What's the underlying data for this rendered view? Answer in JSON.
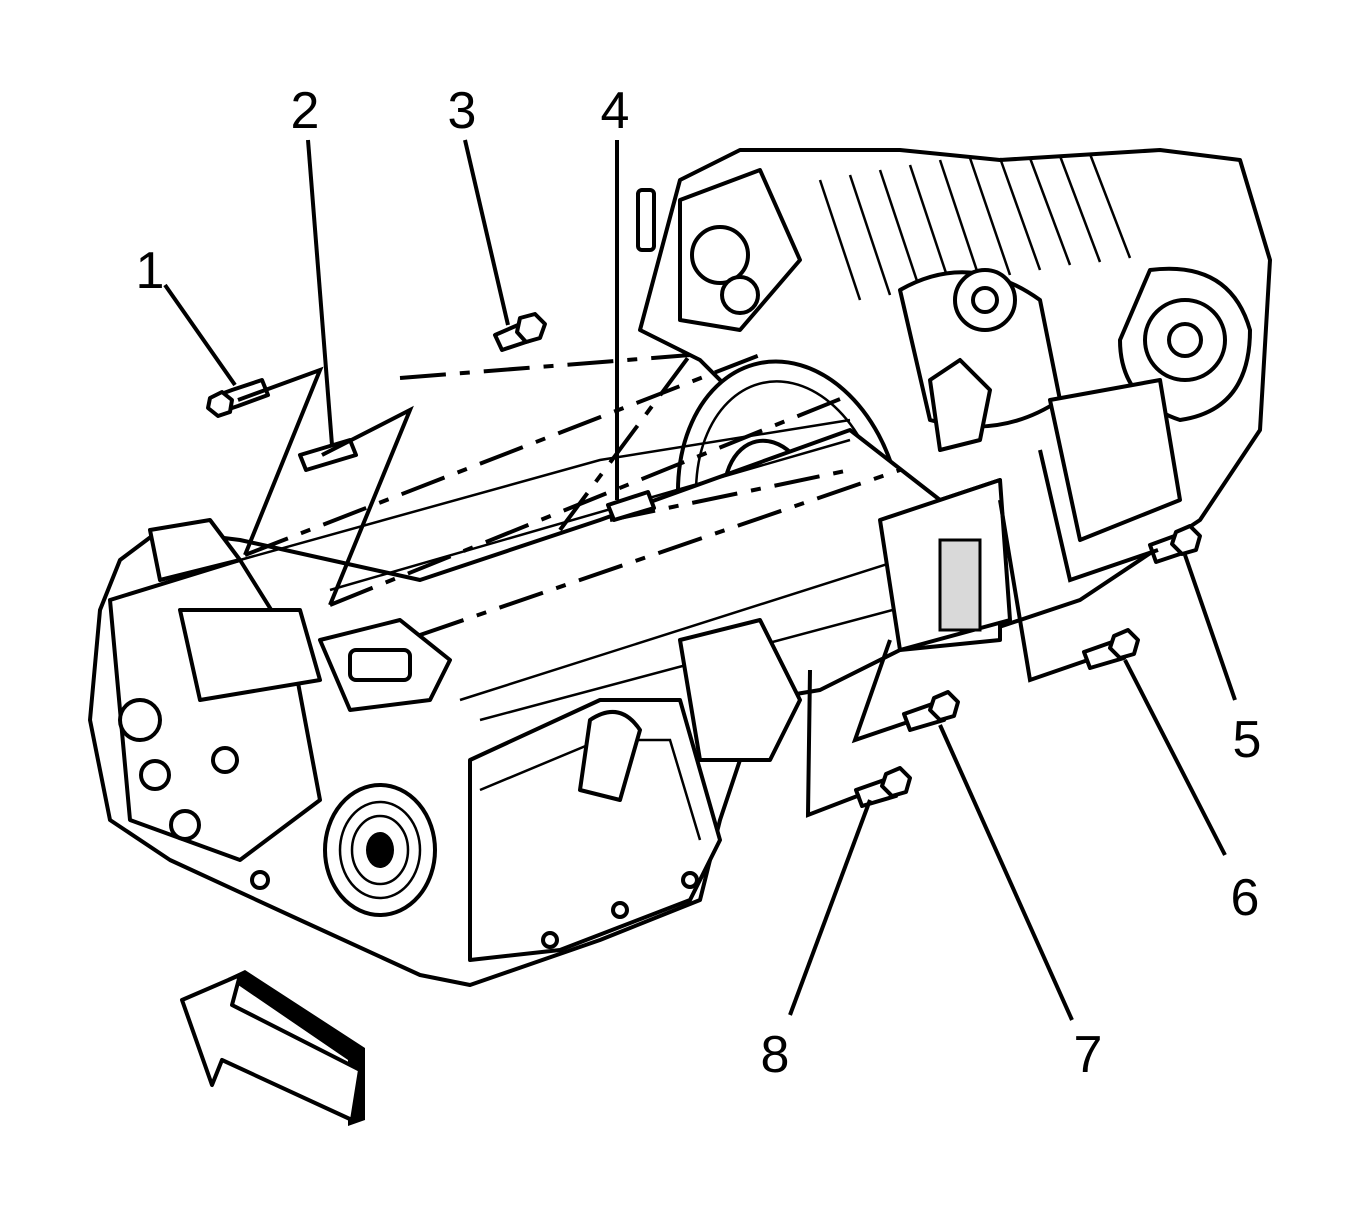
{
  "callouts": [
    {
      "id": 1,
      "label": "1"
    },
    {
      "id": 2,
      "label": "2"
    },
    {
      "id": 3,
      "label": "3"
    },
    {
      "id": 4,
      "label": "4"
    },
    {
      "id": 5,
      "label": "5"
    },
    {
      "id": 6,
      "label": "6"
    },
    {
      "id": 7,
      "label": "7"
    },
    {
      "id": 8,
      "label": "8"
    }
  ]
}
